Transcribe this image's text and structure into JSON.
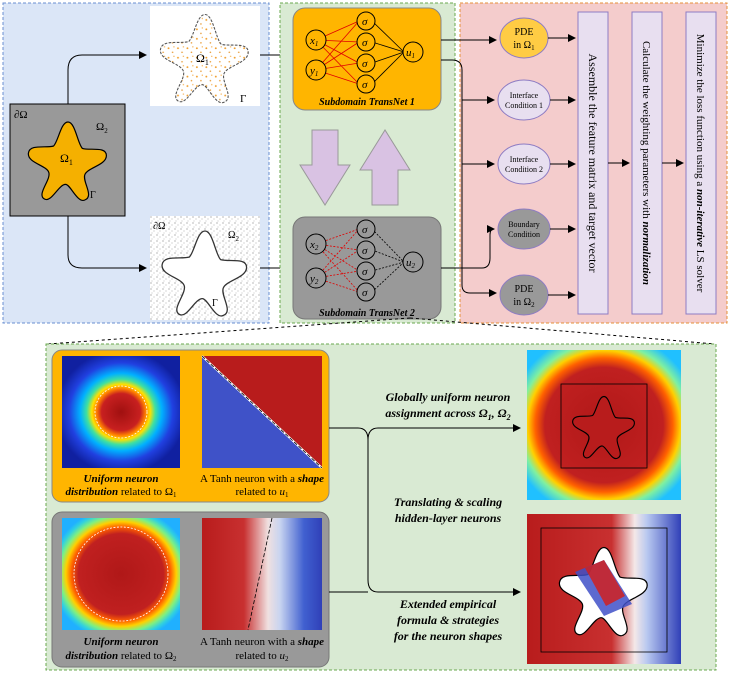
{
  "domain_sym": {
    "omega1": "Ω",
    "sub1": "1",
    "omega2": "Ω",
    "sub2": "2",
    "boundary": "∂Ω",
    "gamma": "Γ"
  },
  "nets": {
    "net1_title": "Subdomain TransNet 1",
    "net2_title": "Subdomain TransNet 2",
    "in_x": "x",
    "in_y": "y",
    "sigma": "σ",
    "out_u": "u",
    "sub1": "1",
    "sub2": "2"
  },
  "conditions": {
    "pde": "PDE",
    "in": "in",
    "omega": "Ω",
    "sub1": "1",
    "sub2": "2",
    "interface1_a": "Interface",
    "interface1_b": "Condition 1",
    "interface2_a": "Interface",
    "interface2_b": "Condition 2",
    "boundary_a": "Boundary",
    "boundary_b": "Condition"
  },
  "steps": {
    "assemble": "Assemble the feature matrix and target vector",
    "calc_pre": "Calculate the weighting parameters with ",
    "calc_bold": "normalization",
    "min_pre": "Minimize the loss function using a ",
    "min_bold": "non-iterative",
    "min_post": " LS solver"
  },
  "bottom": {
    "uniform_a": "Uniform neuron",
    "distribution": "distribution",
    "related_to": " related to ",
    "omega": "Ω",
    "sub1": "1",
    "sub2": "2",
    "tanh_a": "A Tanh neuron with a ",
    "shape": "shape",
    "related_u": "related to ",
    "u": "u",
    "global_a": "Globally uniform neuron",
    "global_b": "assignment across Ω",
    "global_c": ", Ω",
    "translate_a": "Translating & scaling",
    "translate_b": "hidden-layer neurons",
    "extended_a": "Extended empirical",
    "extended_b": "formula & strategies",
    "extended_c": "for the neuron shapes"
  }
}
